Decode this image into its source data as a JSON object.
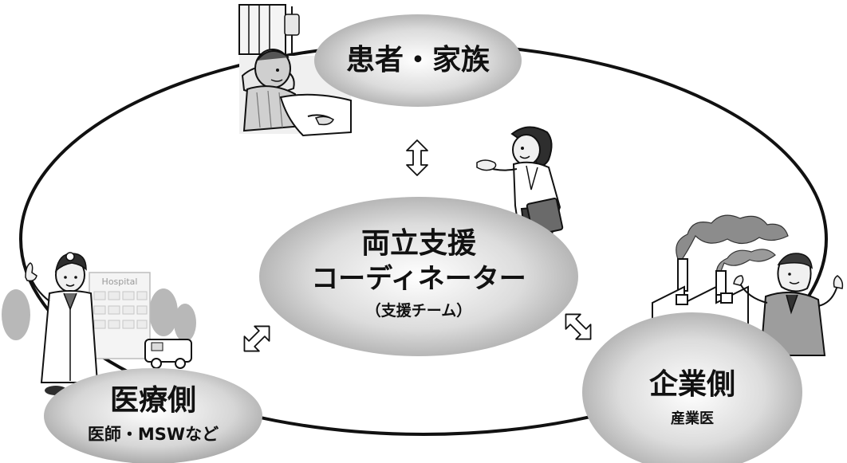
{
  "nodes": {
    "patient_family": {
      "title": "患者・家族"
    },
    "coordinator": {
      "title_line1": "両立支援",
      "title_line2": "コーディネーター",
      "subtitle": "（支援チーム）"
    },
    "medical": {
      "title": "医療側",
      "subtitle": "医師・MSWなど"
    },
    "company": {
      "title": "企業側",
      "subtitle": "産業医"
    }
  },
  "illustrations": {
    "hospital_sign": "Hospital"
  },
  "colors": {
    "ellipse_center": "#ffffff",
    "ellipse_edge": "#9a9a9a",
    "line": "#111111",
    "smoke": "#8c8c8c",
    "tree": "#b8b8b8"
  }
}
